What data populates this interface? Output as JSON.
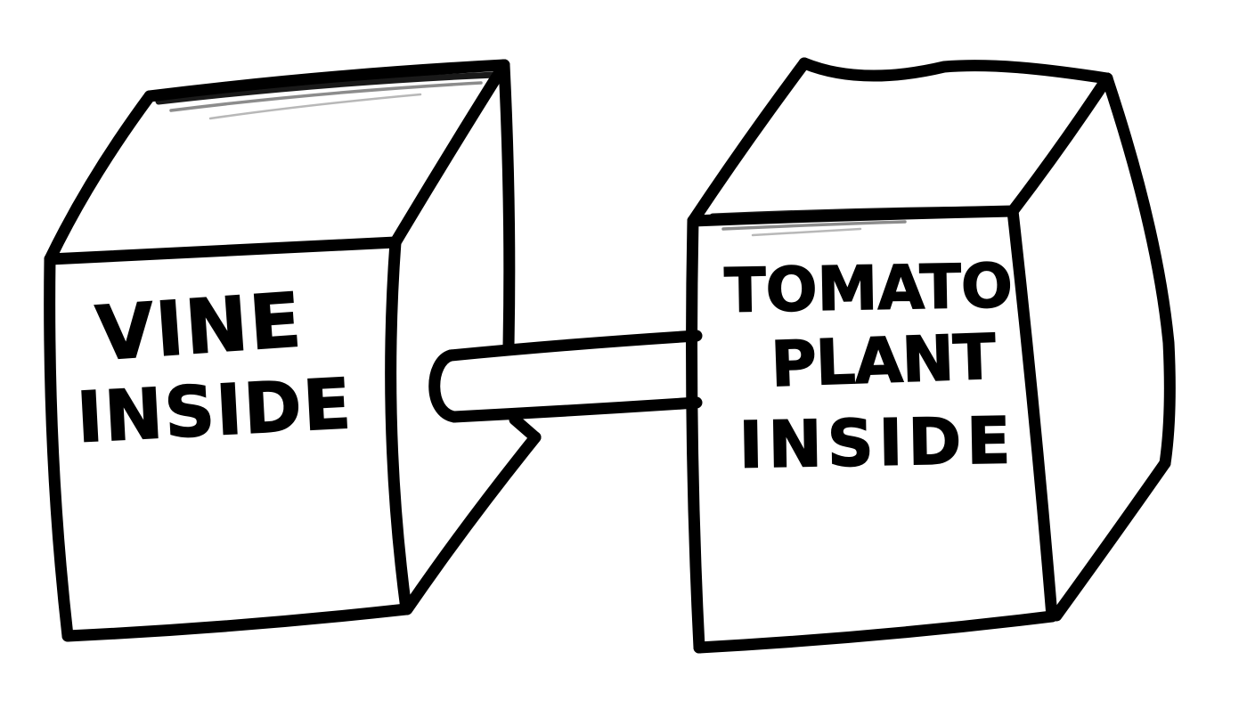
{
  "image": {
    "description": "Hand-drawn black marker cartoon of two closed cardboard boxes connected by a pipe",
    "background_color": "#ffffff",
    "ink_color": "#000000"
  },
  "left_box": {
    "labels": [
      "VINE",
      "INSIDE"
    ]
  },
  "right_box": {
    "labels": [
      "TOMATO",
      "PLANT",
      "INSIDE"
    ]
  }
}
